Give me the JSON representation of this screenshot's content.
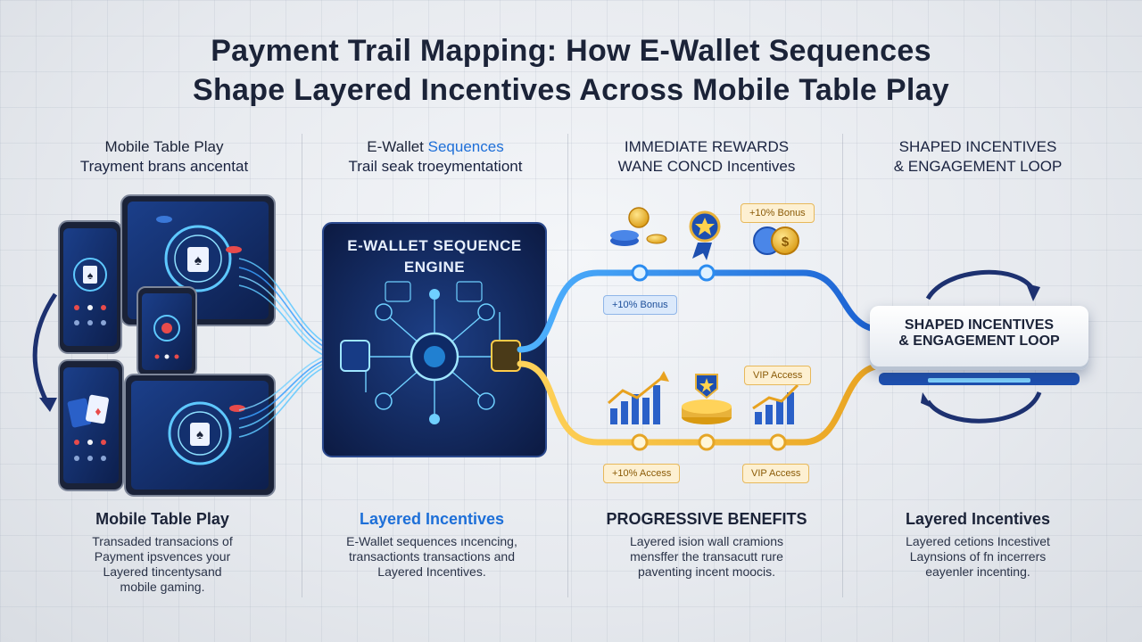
{
  "title": {
    "line1": "Payment Trail Mapping: How E-Wallet Sequences",
    "line2": "Shape Layered Incentives Across Mobile Table Play"
  },
  "columns": {
    "mobile": {
      "head_title": "Mobile Table Play",
      "head_sub": "Trayment brans ancentat",
      "foot_title": "Mobile Table Play",
      "foot_text": [
        "Transaded  transacions of",
        "Payment ipsvences your",
        "Layered tincentysand",
        "mobile gaming."
      ]
    },
    "ewallet": {
      "head_title_a": "E-Wallet ",
      "head_title_b": "Sequences",
      "head_sub": "Trail seak troeymentationt",
      "engine_line1": "E-WALLET SEQUENCE",
      "engine_line2": "ENGINE",
      "foot_title": "Layered Incentives",
      "foot_text": [
        "E-Wallet sequences ıncencing,",
        "transactionts transactions and",
        "Layered Incentives."
      ]
    },
    "rewards": {
      "head_line1": "IMMEDIATE REWARDS",
      "head_line2": "WANE CONCD Incentives",
      "foot_title": "PROGRESSIVE BENEFITS",
      "foot_text": [
        "Layered ision wall cramions",
        "mensffer the transacutt rure",
        "paventing incent moocis."
      ]
    },
    "shaped": {
      "head_line1": "SHAPED INCENTIVES",
      "head_line2": "& ENGAGEMENT LOOP",
      "box_line1": "SHAPED INCENTIVES",
      "box_line2": "& ENGAGEMENT LOOP",
      "foot_title": "Layered Incentives",
      "foot_text": [
        "Layered cetions Incestivet",
        "Laynsions of fn incerrers",
        "eayenler incenting."
      ]
    }
  },
  "pills": {
    "top_right": "+10% Bonus",
    "top_left": "+10% Bonus",
    "mid_right": "VIP Access",
    "bottom_left": "+10% Access",
    "bottom_right": "VIP Access"
  },
  "colors": {
    "accent_blue": "#1d6fd8",
    "accent_gold": "#e8b23a",
    "navy": "#13224a"
  }
}
